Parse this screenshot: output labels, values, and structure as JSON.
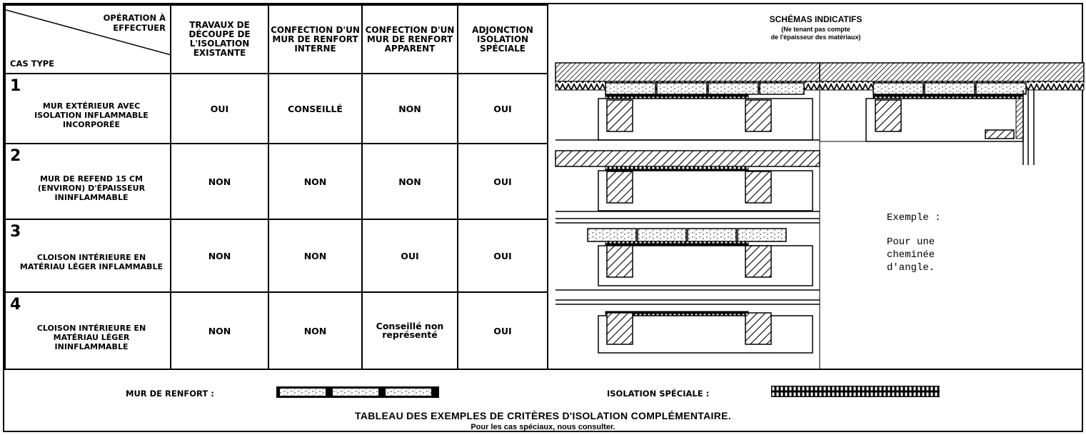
{
  "table": {
    "corner": {
      "operation": "OPÉRATION À EFFECTUER",
      "cas_type": "CAS TYPE"
    },
    "columns": [
      "TRAVAUX DE DÉCOUPE DE L'ISOLATION EXISTANTE",
      "CONFECTION D'UN MUR DE RENFORT INTERNE",
      "CONFECTION D'UN MUR DE RENFORT APPARENT",
      "ADJONCTION ISOLATION SPÉCIALE"
    ],
    "rows": [
      {
        "num": "1",
        "desc": "MUR EXTÉRIEUR AVEC ISOLATION INFLAMMABLE INCORPORÉE",
        "values": [
          "OUI",
          "CONSEILLÉ",
          "NON",
          "OUI"
        ]
      },
      {
        "num": "2",
        "desc": "MUR DE REFEND 15 cm (environ) D'ÉPAISSEUR ININFLAMMABLE",
        "values": [
          "NON",
          "NON",
          "NON",
          "OUI"
        ]
      },
      {
        "num": "3",
        "desc": "CLOISON INTÉRIEURE EN MATÉRIAU LÉGER INFLAMMABLE",
        "values": [
          "NON",
          "NON",
          "OUI",
          "OUI"
        ]
      },
      {
        "num": "4",
        "desc": "CLOISON INTÉRIEURE EN MATÉRIAU LÉGER ININFLAMMABLE",
        "values": [
          "NON",
          "NON",
          "Conseillé non représenté",
          "OUI"
        ]
      }
    ]
  },
  "diagrams": {
    "title": "SCHÉMAS INDICATIFS",
    "subtitle_1": "(Ne tenant pas compte",
    "subtitle_2": "de l'épaisseur des matériaux)",
    "example_1": "Exemple :",
    "example_2": "Pour une",
    "example_3": "cheminée",
    "example_4": "d'angle."
  },
  "footer": {
    "renfort_label": "MUR DE RENFORT :",
    "isolation_label": "ISOLATION SPÉCIALE :",
    "caption": "TABLEAU DES EXEMPLES DE CRITÈRES D'ISOLATION COMPLÉMENTAIRE.",
    "note": "Pour les cas spéciaux, nous consulter."
  }
}
